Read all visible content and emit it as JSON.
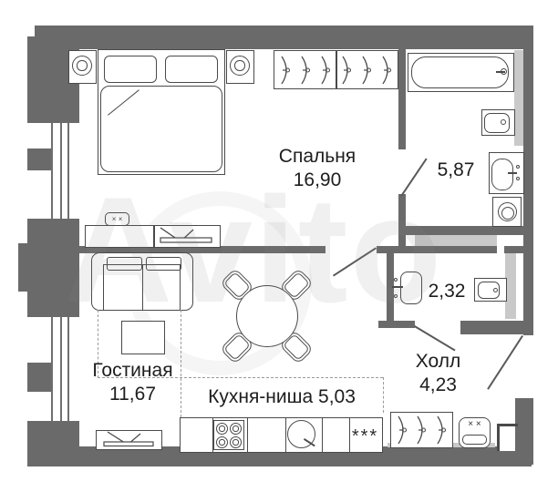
{
  "watermark": {
    "text": "Avito"
  },
  "rooms": {
    "bedroom": {
      "name": "Спальня",
      "area": "16,90"
    },
    "living_room": {
      "name": "Гостиная",
      "area": "11,67"
    },
    "kitchen_niche": {
      "name": "Кухня-ниша",
      "area": "5,03"
    },
    "hall": {
      "name": "Холл",
      "area": "4,23"
    },
    "bathroom": {
      "area": "5,87"
    },
    "toilet_room": {
      "area": "2,32"
    }
  },
  "symbols": {
    "fridge": "***",
    "pouf_marks": "× ×"
  },
  "colors": {
    "wall": "#6a6a6a",
    "duct": "#c9c9c9",
    "line": "#4a4a4a",
    "text": "#1d1d1d",
    "zone_dash": "#9a9a9a"
  }
}
